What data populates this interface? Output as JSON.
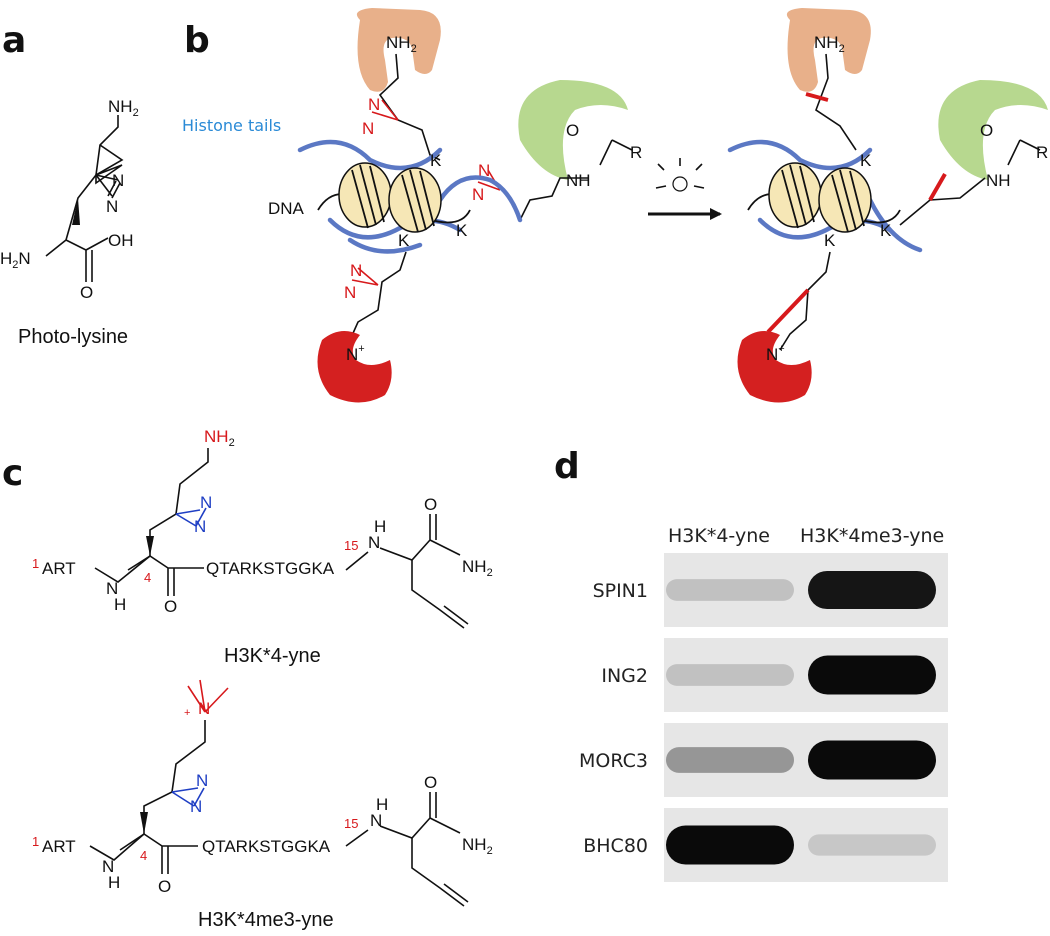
{
  "panels": {
    "a": "a",
    "b": "b",
    "c": "c",
    "d": "d"
  },
  "panel_a": {
    "nh2": "NH",
    "nh2_sub": "2",
    "h2n": "H",
    "h2n_sub": "2",
    "h2n_n": "N",
    "oh": "OH",
    "o": "O",
    "n1": "N",
    "n2": "N",
    "caption": "Photo-lysine"
  },
  "panel_b": {
    "histone_tails": "Histone tails",
    "dna": "DNA",
    "k": "K",
    "nh2": "NH",
    "nh2_sub": "2",
    "nh": "NH",
    "o": "O",
    "r": "R",
    "n": "N",
    "n_plus": "N",
    "plus": "+"
  },
  "panel_c": {
    "peptide1": {
      "n_term_num": "1",
      "n_term": "ART",
      "nh_n": "N",
      "nh_h": "H",
      "pos4": "4",
      "o": "O",
      "sequence": "QTARKSTGGKA",
      "pos15": "15",
      "h": "H",
      "n": "N",
      "amide_o": "O",
      "nh2": "NH",
      "nh2_sub": "2",
      "side_nh2": "NH",
      "side_nh2_sub": "2",
      "diaz_n1": "N",
      "diaz_n2": "N",
      "caption": "H3K*4-yne"
    },
    "peptide2": {
      "n_term_num": "1",
      "n_term": "ART",
      "nh_n": "N",
      "nh_h": "H",
      "pos4": "4",
      "o": "O",
      "sequence": "QTARKSTGGKA",
      "pos15": "15",
      "h": "H",
      "n": "N",
      "amide_o": "O",
      "nh2": "NH",
      "nh2_sub": "2",
      "ammonium_n": "N",
      "plus": "+",
      "diaz_n1": "N",
      "diaz_n2": "N",
      "caption": "H3K*4me3-yne"
    }
  },
  "panel_d": {
    "columns": [
      "H3K*4-yne",
      "H3K*4me3-yne"
    ],
    "rows": [
      {
        "label": "SPIN1",
        "band_intensity": [
          0.15,
          0.95
        ]
      },
      {
        "label": "ING2",
        "band_intensity": [
          0.15,
          1.0
        ]
      },
      {
        "label": "MORC3",
        "band_intensity": [
          0.35,
          1.0
        ]
      },
      {
        "label": "BHC80",
        "band_intensity": [
          1.0,
          0.12
        ]
      }
    ]
  },
  "colors": {
    "red": "#d7191c",
    "blue": "#1f3fc4",
    "tail_blue": "#5b78c4",
    "label_blue": "#2a8ad6",
    "orange_protein": "#e8b08a",
    "green_protein": "#b7d88f",
    "red_protein": "#d42020",
    "nucleosome": "#f6e7b6"
  }
}
